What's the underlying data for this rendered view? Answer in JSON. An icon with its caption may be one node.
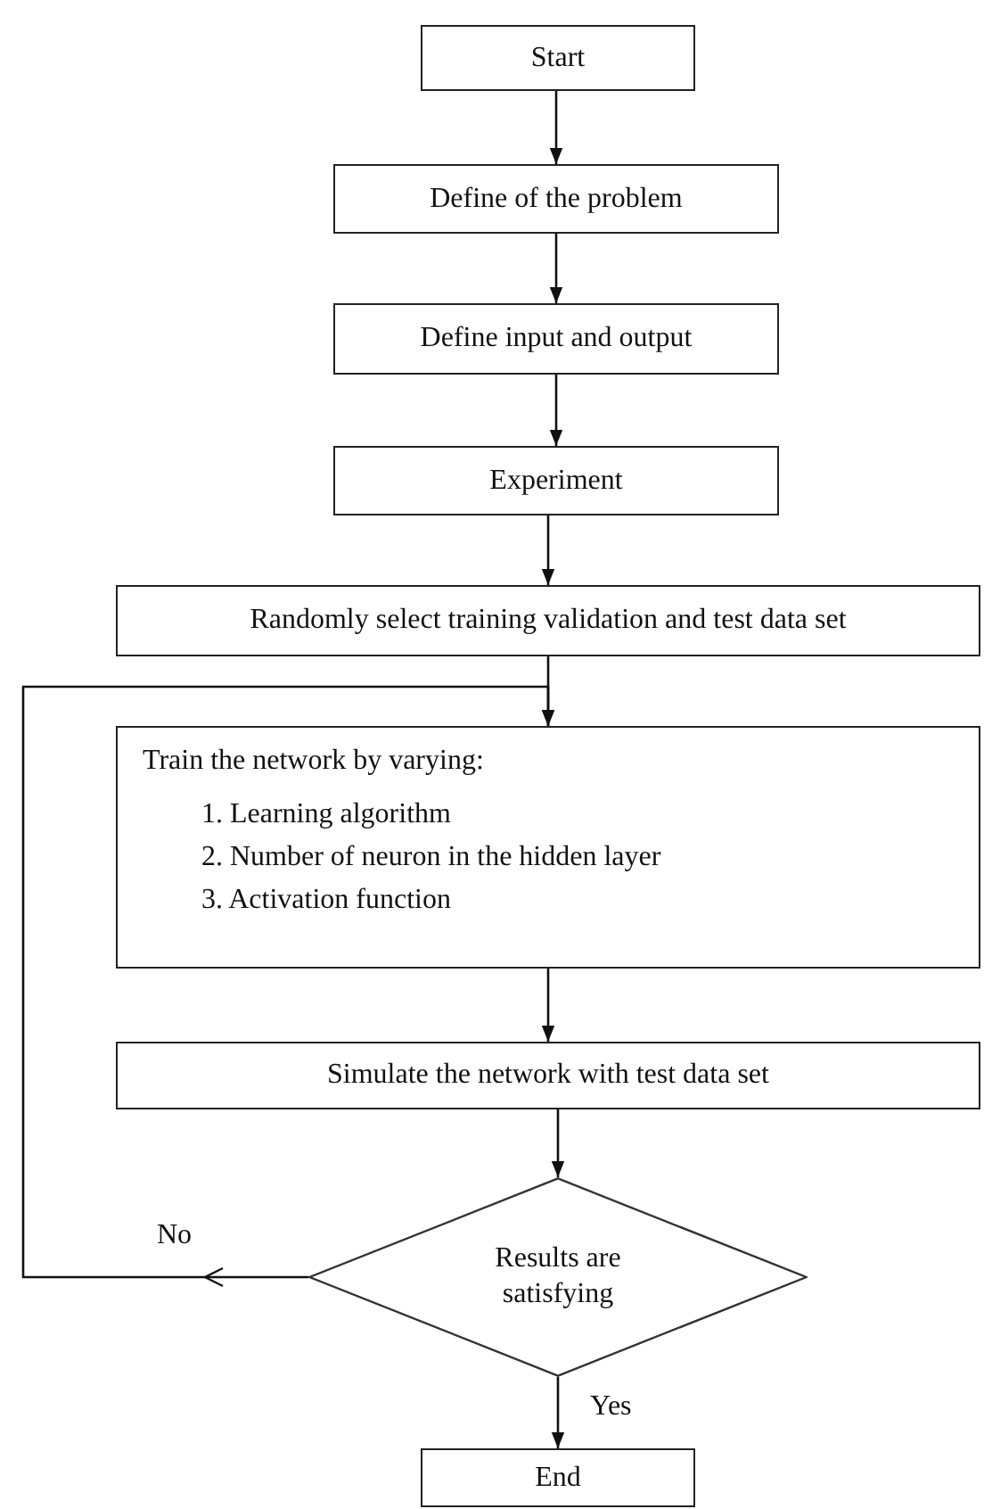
{
  "diagram": {
    "nodes": [
      {
        "text": [
          "Start"
        ]
      },
      {
        "text": [
          "Define of the problem"
        ]
      },
      {
        "text": [
          "Define input and output"
        ]
      },
      {
        "text": [
          "Experiment"
        ]
      },
      {
        "text": [
          "Randomly select training validation and test data set"
        ]
      },
      {
        "text": [
          "Train the network by varying:",
          "1. Learning algorithm",
          "2. Number of neuron in the hidden layer",
          "3. Activation function"
        ]
      },
      {
        "text": [
          "Simulate the network with test data set"
        ]
      },
      {
        "text": [
          "Results are satisfying"
        ]
      },
      {
        "text": [
          "End"
        ]
      }
    ],
    "edges": [
      {
        "from": 0,
        "to": 1,
        "arrow": "to"
      },
      {
        "from": 1,
        "to": 2,
        "arrow": "to"
      },
      {
        "from": 2,
        "to": 3,
        "arrow": "to"
      },
      {
        "from": 3,
        "to": 4,
        "arrow": "to"
      },
      {
        "from": 4,
        "to": 5,
        "arrow": "to"
      },
      {
        "from": 5,
        "to": 6,
        "arrow": "to"
      },
      {
        "from": 6,
        "to": 7,
        "arrow": "to"
      },
      {
        "from": 7,
        "to": 8,
        "arrow": "to",
        "label": "Yes"
      },
      {
        "from": 7,
        "to": 5,
        "arrow": "to",
        "label": "No"
      }
    ]
  }
}
